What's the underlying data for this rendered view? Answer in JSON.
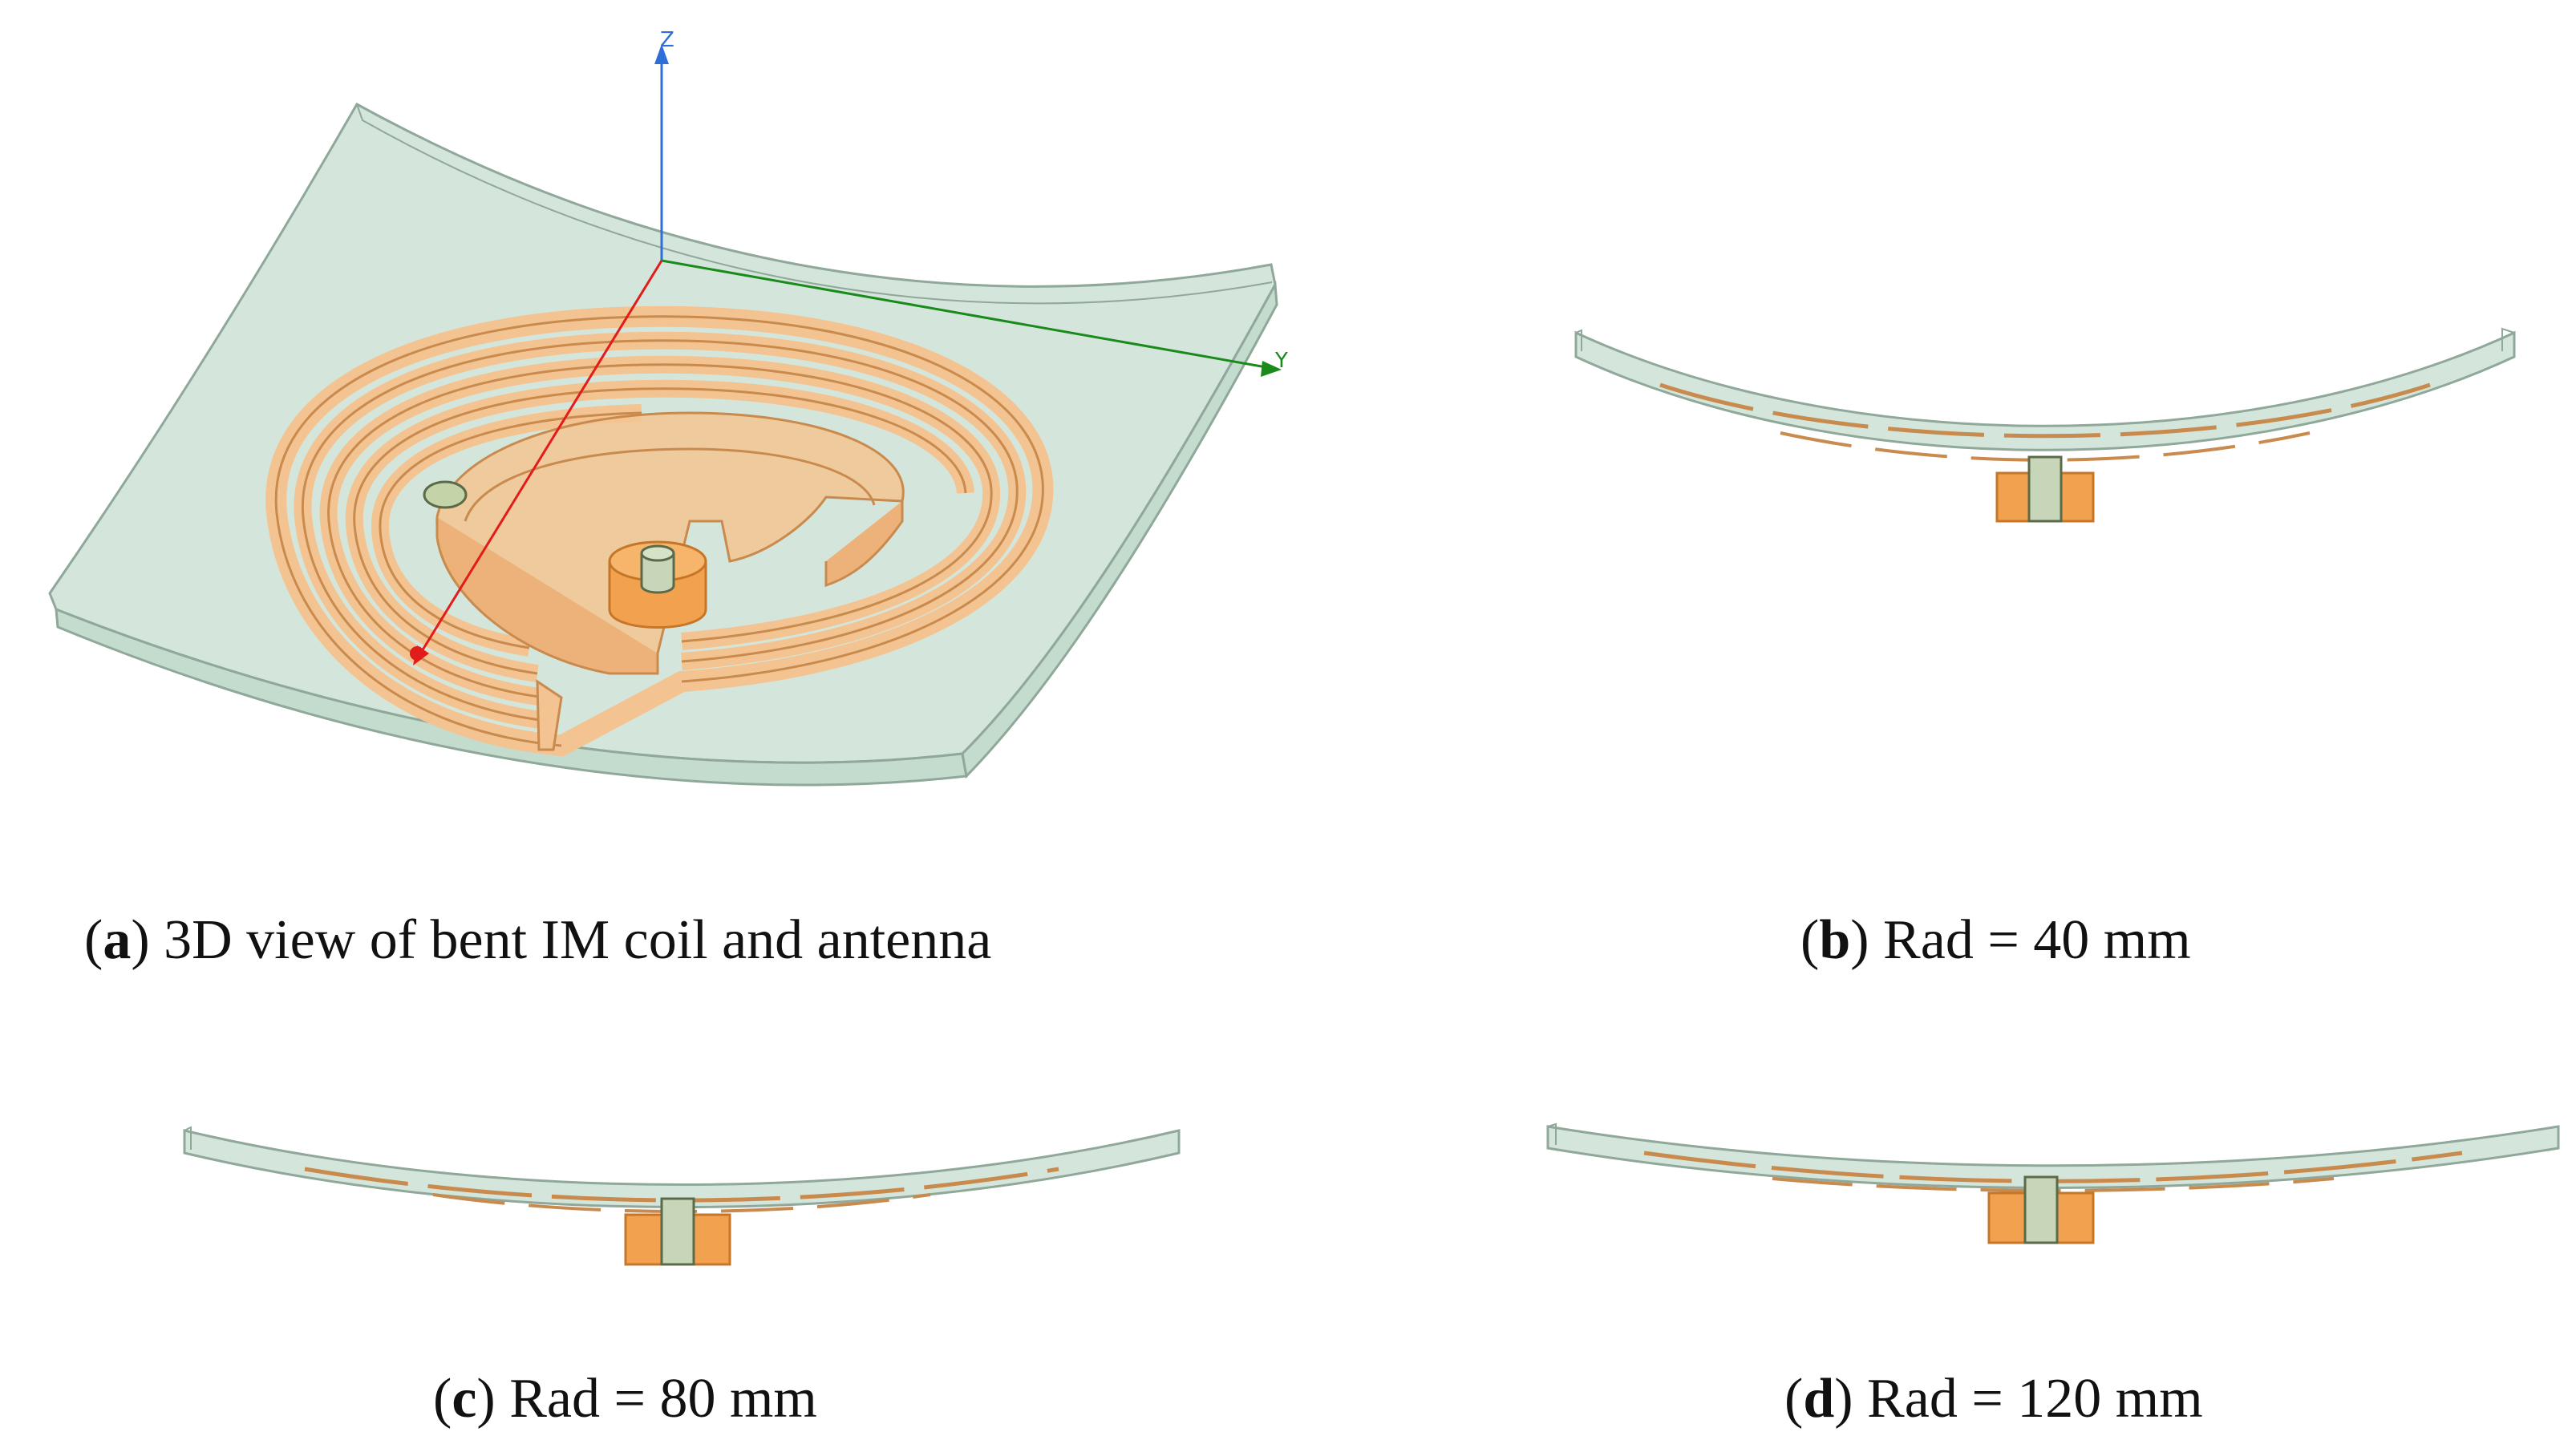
{
  "captions": {
    "a": {
      "letter": "a",
      "text": ") 3D view of bent IM coil and antenna"
    },
    "b": {
      "letter": "b",
      "text": ") Rad = 40 mm"
    },
    "c": {
      "letter": "c",
      "text": ") Rad = 80 mm"
    },
    "d": {
      "letter": "d",
      "text": ") Rad = 120 mm"
    }
  },
  "axes": {
    "z": "Z",
    "y": "Y"
  },
  "colors": {
    "substrate_fill": "#d4e6db",
    "substrate_edge": "#8fa899",
    "coil_fill": "#f3c492",
    "coil_edge": "#c98a4e",
    "core_fill": "#f2a24f",
    "stud_fill": "#b9cfb3",
    "axis_x": "#e21b1b",
    "axis_y": "#1a8a1a",
    "axis_z": "#2d6fd6"
  }
}
